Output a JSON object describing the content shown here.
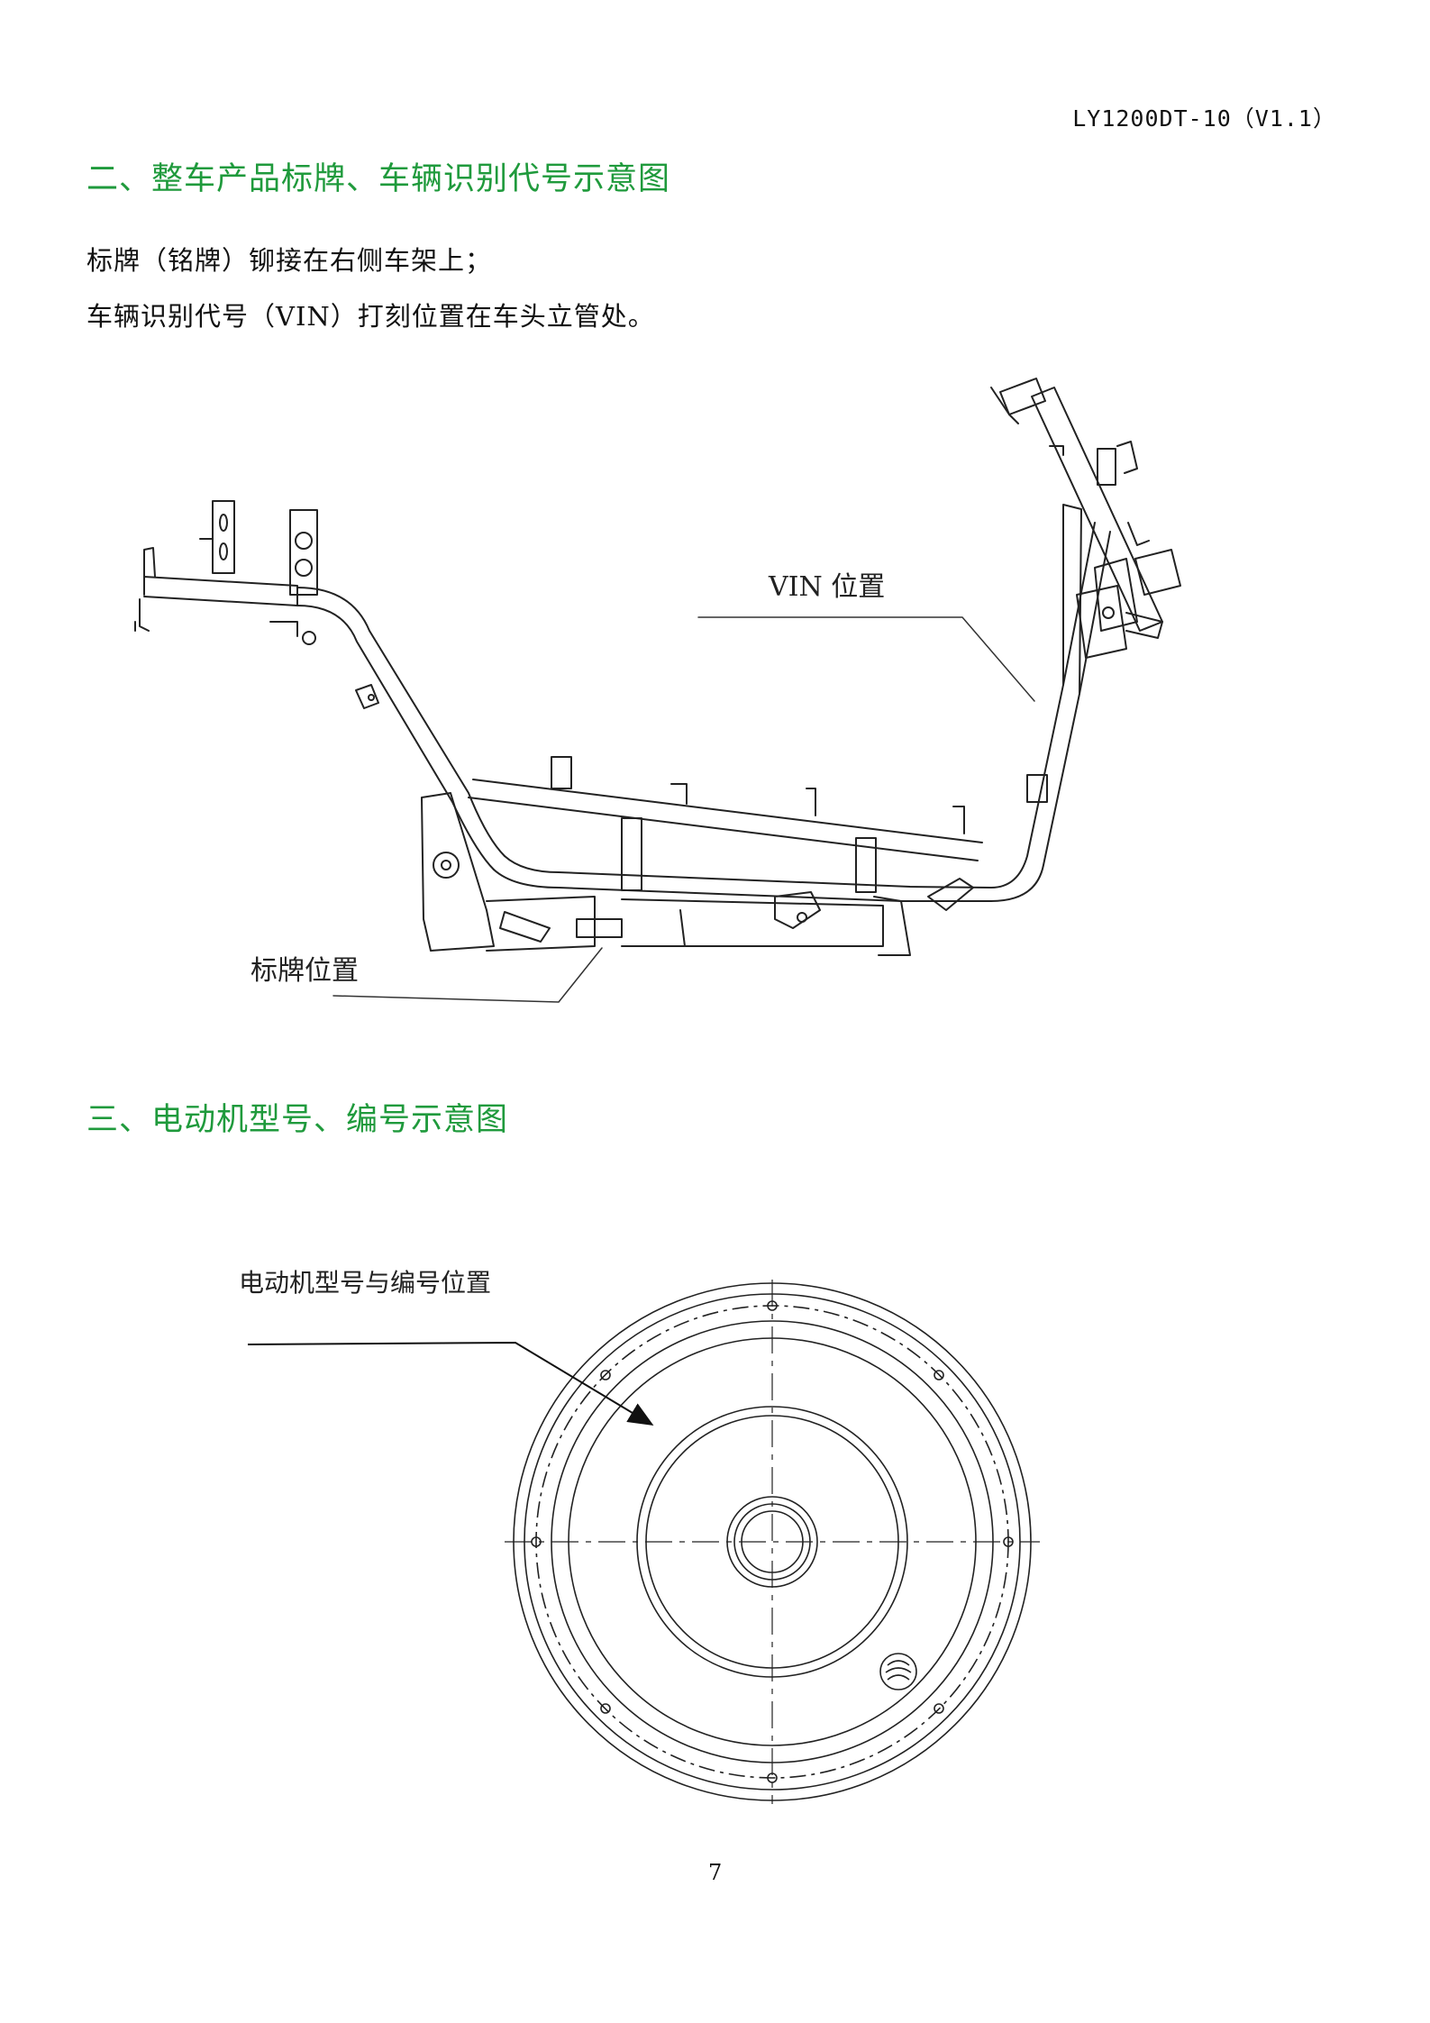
{
  "header": {
    "doc_code": "LY1200DT-10（V1.1）"
  },
  "section2": {
    "title": "二、整车产品标牌、车辆识别代号示意图",
    "para1": "标牌（铭牌）铆接在右侧车架上；",
    "para2": "车辆识别代号（VIN）打刻位置在车头立管处。",
    "vin_label": "VIN 位置",
    "plate_label": "标牌位置"
  },
  "section3": {
    "title": "三、电动机型号、编号示意图",
    "motor_label": "电动机型号与编号位置"
  },
  "footer": {
    "page_number": "7"
  }
}
